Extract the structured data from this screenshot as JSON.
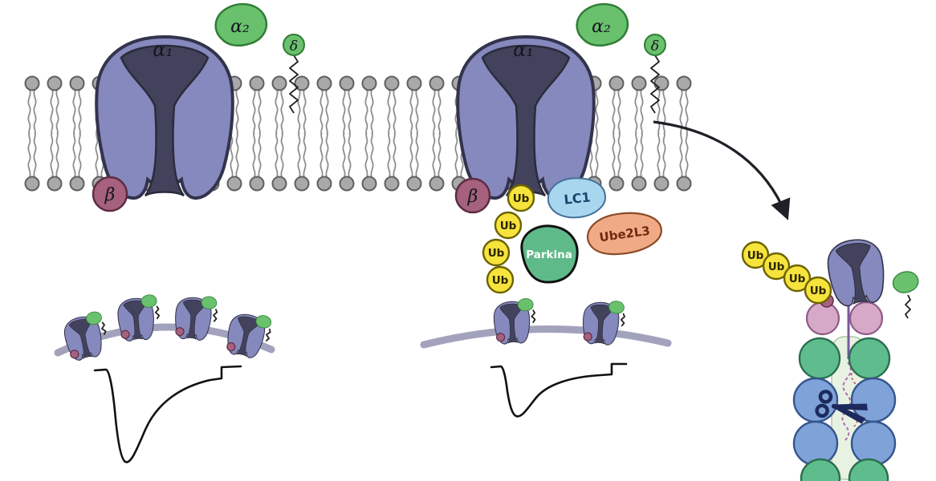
{
  "labels": {
    "alpha1": "α₁",
    "alpha2": "α₂",
    "delta": "δ",
    "beta": "β",
    "ub": "Ub",
    "lc1": "LC1",
    "ube2l3": "Ube2L3",
    "parkin": "Parkina"
  },
  "colors": {
    "membrane_gray": "#a9a9a9",
    "channel_body": "#8689bd",
    "channel_pore": "#42425c",
    "alpha2_green": "#69c06d",
    "delta_green": "#69c06d",
    "beta_maroon": "#a5617e",
    "ub_yellow": "#f6e33c",
    "lc1_blue": "#a9d6ef",
    "ube2l3_salmon": "#f0aa85",
    "parkin_green": "#5fba8a",
    "proteasome_pink": "#d7a9c9",
    "proteasome_green": "#5fbd8d",
    "proteasome_blue": "#7fa2d8",
    "scissors_navy": "#1c2a5e",
    "trace_black": "#111111"
  }
}
